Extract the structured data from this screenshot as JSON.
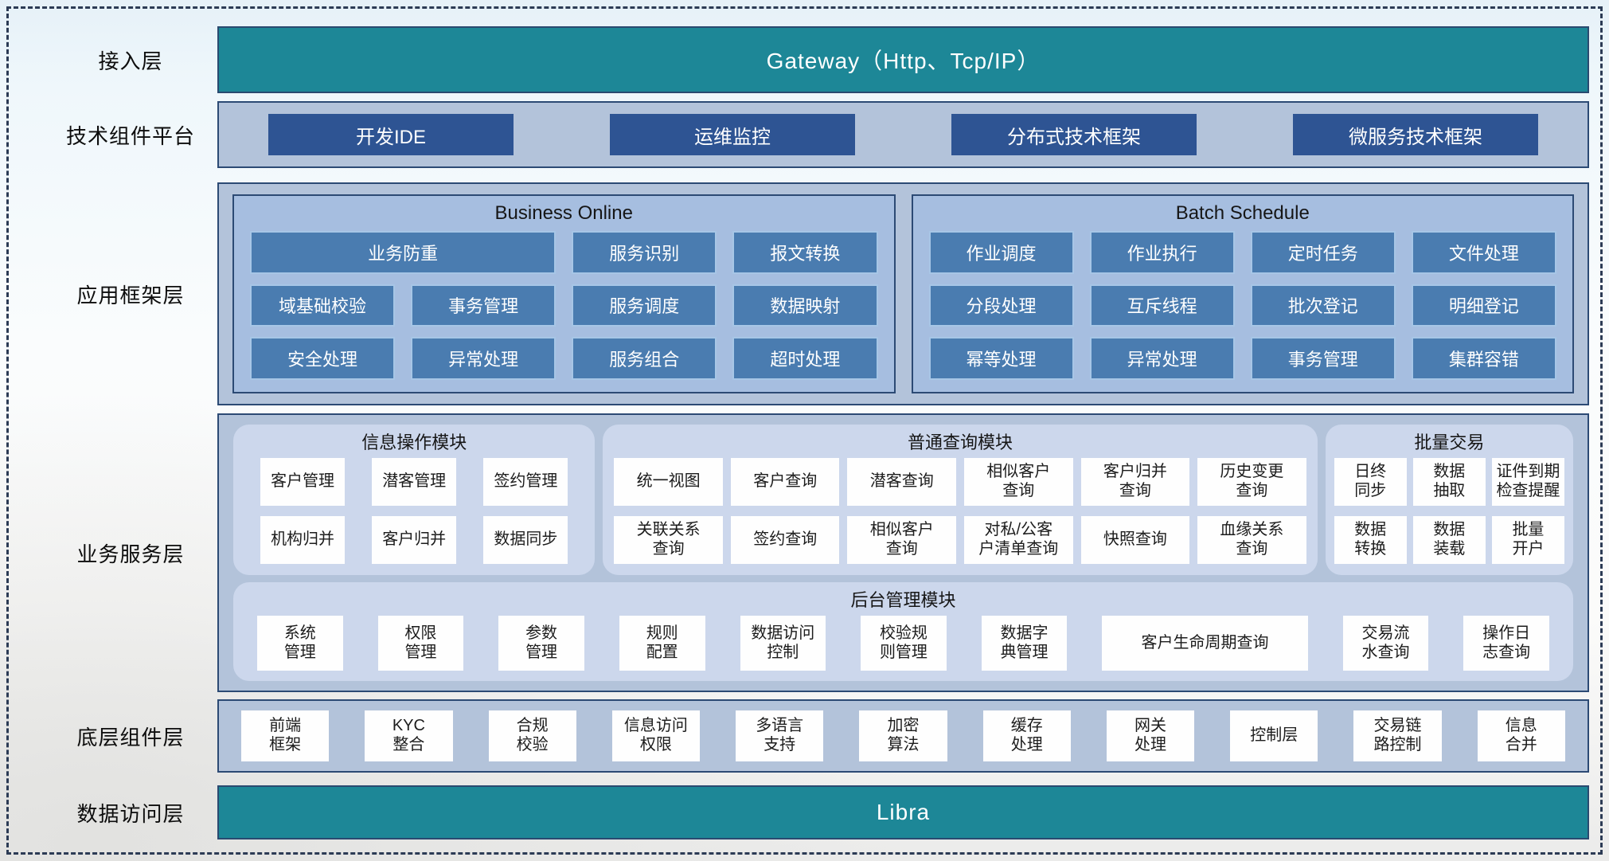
{
  "access_layer": {
    "label": "接入层",
    "gateway": "Gateway（Http、Tcp/IP）"
  },
  "tech_platform": {
    "label": "技术组件平台",
    "items": [
      "开发IDE",
      "运维监控",
      "分布式技术框架",
      "微服务技术框架"
    ]
  },
  "app_framework": {
    "label": "应用框架层",
    "business_online": {
      "title": "Business Online",
      "cells": [
        "业务防重",
        "服务识别",
        "报文转换",
        "域基础校验",
        "事务管理",
        "服务调度",
        "数据映射",
        "安全处理",
        "异常处理",
        "服务组合",
        "超时处理"
      ]
    },
    "batch_schedule": {
      "title": "Batch Schedule",
      "cells": [
        "作业调度",
        "作业执行",
        "定时任务",
        "文件处理",
        "分段处理",
        "互斥线程",
        "批次登记",
        "明细登记",
        "幂等处理",
        "异常处理",
        "事务管理",
        "集群容错"
      ]
    }
  },
  "business_service": {
    "label": "业务服务层",
    "info_module": {
      "title": "信息操作模块",
      "items": [
        "客户管理",
        "潜客管理",
        "签约管理",
        "机构归并",
        "客户归并",
        "数据同步"
      ]
    },
    "query_module": {
      "title": "普通查询模块",
      "items": [
        "统一视图",
        "客户查询",
        "潜客查询",
        "相似客户\n查询",
        "客户归并\n查询",
        "历史变更\n查询",
        "关联关系\n查询",
        "签约查询",
        "相似客户\n查询",
        "对私/公客\n户清单查询",
        "快照查询",
        "血缘关系\n查询"
      ]
    },
    "batch_module": {
      "title": "批量交易",
      "items": [
        "日终\n同步",
        "数据\n抽取",
        "证件到期\n检查提醒",
        "数据\n转换",
        "数据\n装载",
        "批量\n开户"
      ]
    },
    "admin_module": {
      "title": "后台管理模块",
      "items": [
        "系统\n管理",
        "权限\n管理",
        "参数\n管理",
        "规则\n配置",
        "数据访问\n控制",
        "校验规\n则管理",
        "数据字\n典管理",
        "客户生命周期查询",
        "交易流\n水查询",
        "操作日\n志查询"
      ]
    }
  },
  "base_components": {
    "label": "底层组件层",
    "items": [
      "前端\n框架",
      "KYC\n整合",
      "合规\n校验",
      "信息访问\n权限",
      "多语言\n支持",
      "加密\n算法",
      "缓存\n处理",
      "网关\n处理",
      "控制层",
      "交易链\n路控制",
      "信息\n合并"
    ]
  },
  "data_access": {
    "label": "数据访问层",
    "bar": "Libra"
  },
  "colors": {
    "teal": "#1d8797",
    "navy": "#2e5493",
    "panel_blue": "#a6bee0",
    "box_blue": "#4a7cb0",
    "container": "#b3c3da",
    "module_panel": "#ccd7ec"
  }
}
